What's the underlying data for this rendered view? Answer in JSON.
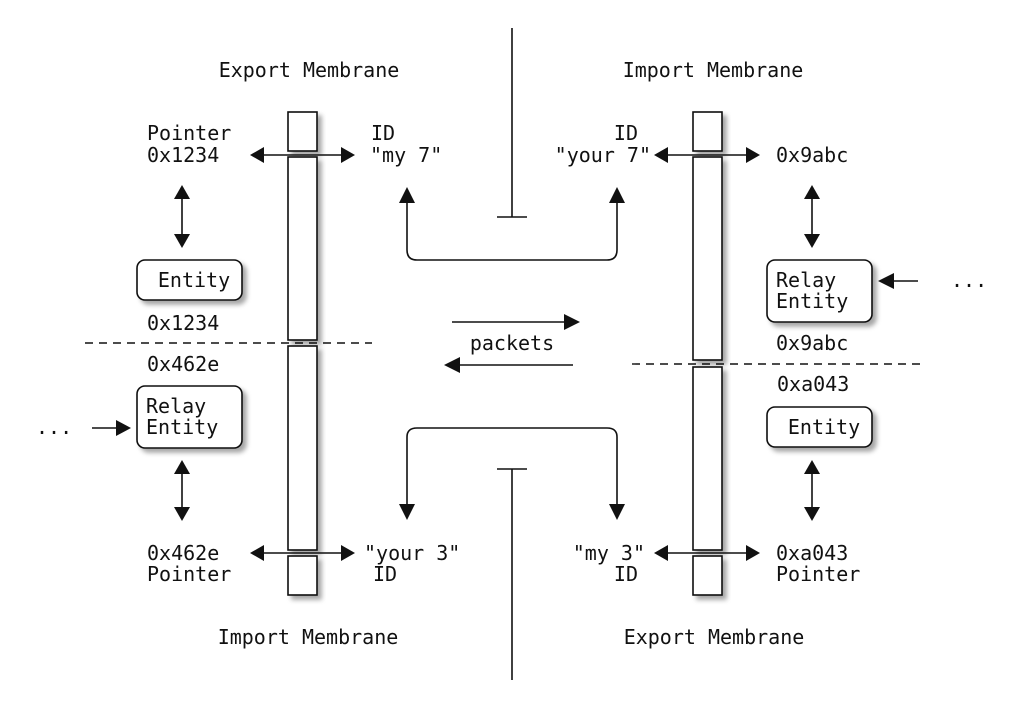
{
  "labels": {
    "top_left_title": "Export Membrane",
    "top_right_title": "Import Membrane",
    "bottom_left_title": "Import Membrane",
    "bottom_right_title": "Export Membrane",
    "tl_pointer_word": "Pointer",
    "tl_pointer_addr": "0x1234",
    "tl_id_word": "ID",
    "tl_id_value": "\"my 7\"",
    "tr_id_word": "ID",
    "tr_id_value": "\"your 7\"",
    "tr_pointer_addr": "0x9abc",
    "left_entity": "Entity",
    "left_addr_above": "0x1234",
    "left_addr_below": "0x462e",
    "left_relay_line1": "Relay",
    "left_relay_line2": "Entity",
    "left_ellipsis": "...",
    "right_relay_line1": "Relay",
    "right_relay_line2": "Entity",
    "right_ellipsis": "...",
    "right_addr_above": "0x9abc",
    "right_addr_below": "0xa043",
    "right_entity": "Entity",
    "packets": "packets",
    "bl_pointer_addr": "0x462e",
    "bl_pointer_word": "Pointer",
    "bl_id_value": "\"your 3\"",
    "bl_id_word": "ID",
    "br_id_value": "\"my 3\"",
    "br_id_word": "ID",
    "br_pointer_addr": "0xa043",
    "br_pointer_word": "Pointer"
  }
}
